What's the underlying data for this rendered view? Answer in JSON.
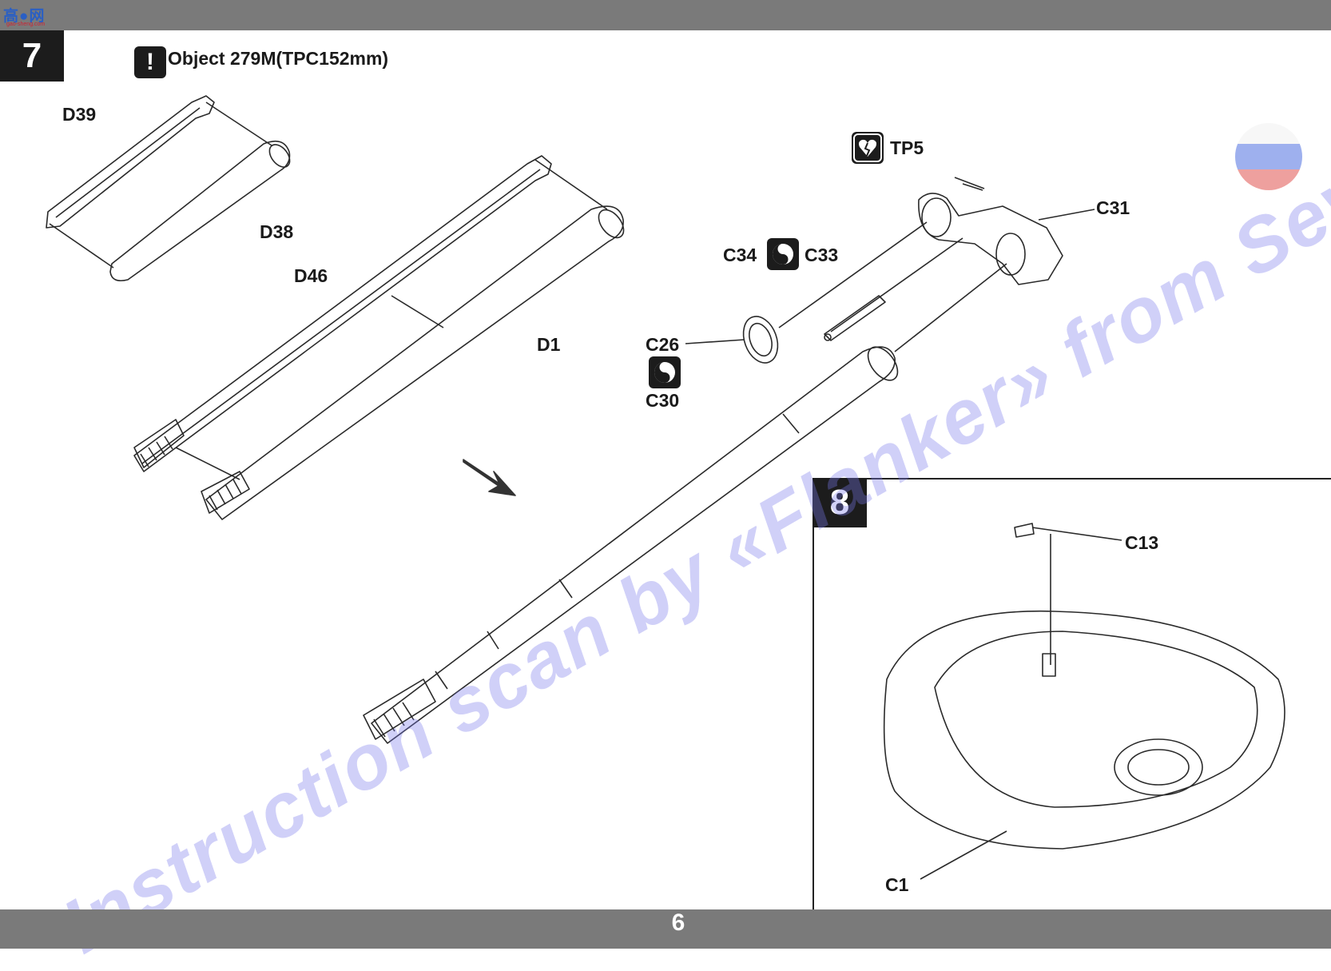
{
  "header": {
    "site_logo_text": "高●网",
    "site_logo_sub": "gao-sheng.com"
  },
  "step7": {
    "number": "7",
    "title": "Object 279M(TPC152mm)",
    "labels": {
      "d39": "D39",
      "d38": "D38",
      "d46": "D46",
      "d1": "D1",
      "tp5": "TP5",
      "c31": "C31",
      "c34": "C34",
      "c33": "C33",
      "c26": "C26",
      "c30": "C30"
    }
  },
  "step8": {
    "number": "8",
    "labels": {
      "c13": "C13",
      "c1": "C1"
    }
  },
  "watermark": "Instruction scan by «Flanker» from Sevastopol, Russia",
  "footer": {
    "page_number": "6"
  },
  "icons": {
    "attention": "exclamation-icon",
    "glue": "broken-heart-icon",
    "choose_one": "yin-yang-icon"
  },
  "colors": {
    "bars": "#7a7a7a",
    "step_box": "#1c1c1c",
    "watermark": "#7878eb"
  }
}
